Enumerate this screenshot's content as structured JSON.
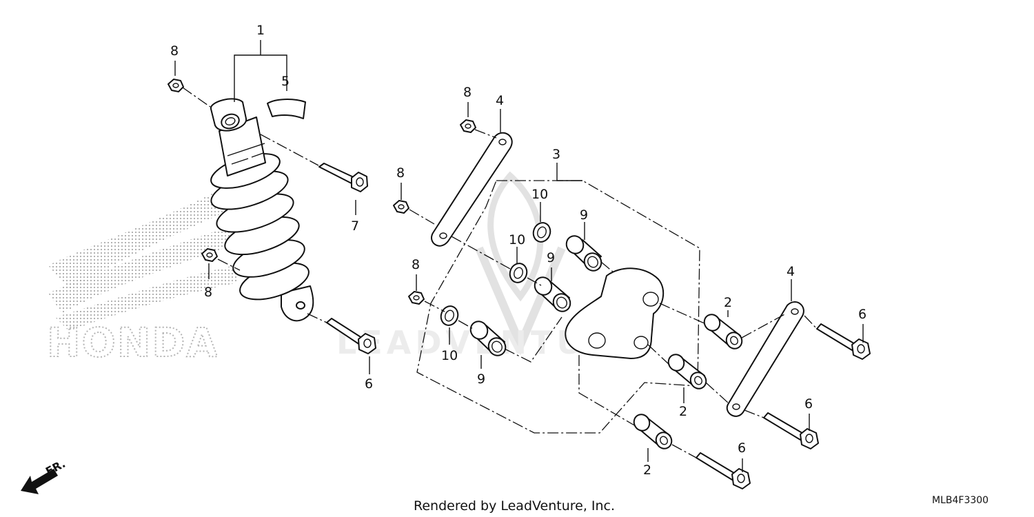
{
  "callouts": {
    "c1": "1",
    "c2a": "2",
    "c2b": "2",
    "c2c": "2",
    "c3": "3",
    "c4a": "4",
    "c4b": "4",
    "c5": "5",
    "c6a": "6",
    "c6b": "6",
    "c6c": "6",
    "c6d": "6",
    "c7": "7",
    "c8a": "8",
    "c8b": "8",
    "c8c": "8",
    "c8d": "8",
    "c8e": "8",
    "c9a": "9",
    "c9b": "9",
    "c9c": "9",
    "c10a": "10",
    "c10b": "10",
    "c10c": "10"
  },
  "footer": {
    "credit": "Rendered by LeadVenture, Inc.",
    "diagram_code": "MLB4F3300",
    "front_indicator": "FR."
  },
  "watermarks": {
    "brand": "HONDA",
    "vendor": "LEADVENTURE"
  }
}
